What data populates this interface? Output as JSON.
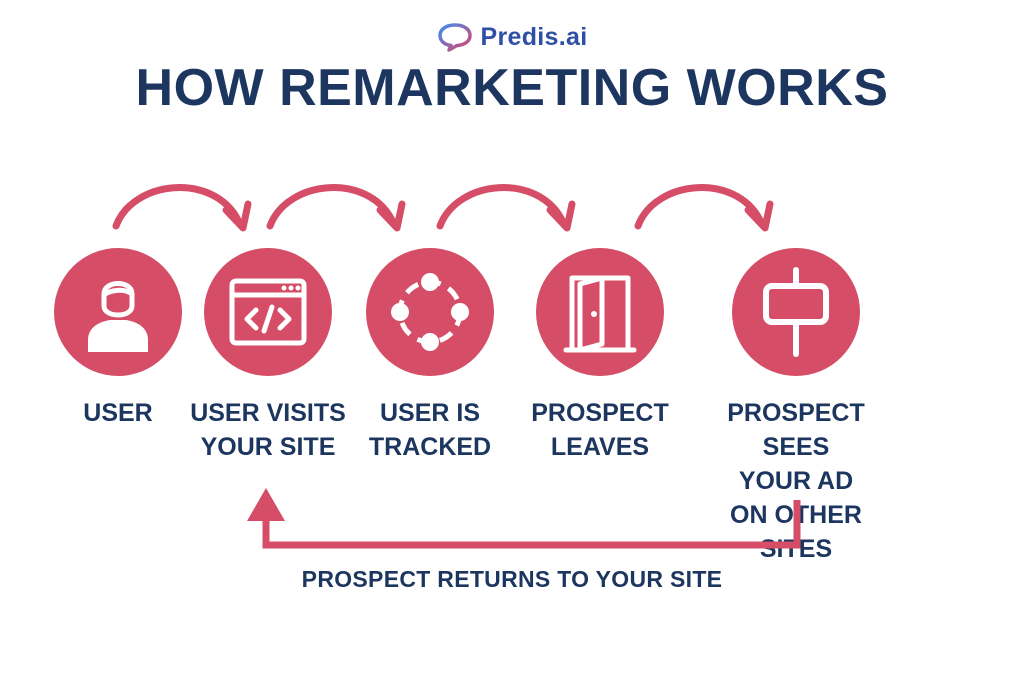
{
  "brand": {
    "name": "Predis.ai",
    "logo_icon": "speech-bubble-logo",
    "color": "#2f4ea5"
  },
  "title": "HOW REMARKETING WORKS",
  "colors": {
    "accent": "#d54d66",
    "text": "#1c365f",
    "background": "#ffffff"
  },
  "steps": [
    {
      "icon": "user-icon",
      "label": "USER"
    },
    {
      "icon": "code-window-icon",
      "label": "USER VISITS\nYOUR SITE"
    },
    {
      "icon": "tracking-cycle-icon",
      "label": "USER IS\nTRACKED"
    },
    {
      "icon": "door-icon",
      "label": "PROSPECT\nLEAVES"
    },
    {
      "icon": "signboard-icon",
      "label": "PROSPECT SEES\nYOUR AD\nON OTHER SITES"
    }
  ],
  "return_flow": {
    "label": "PROSPECT RETURNS TO YOUR SITE"
  }
}
